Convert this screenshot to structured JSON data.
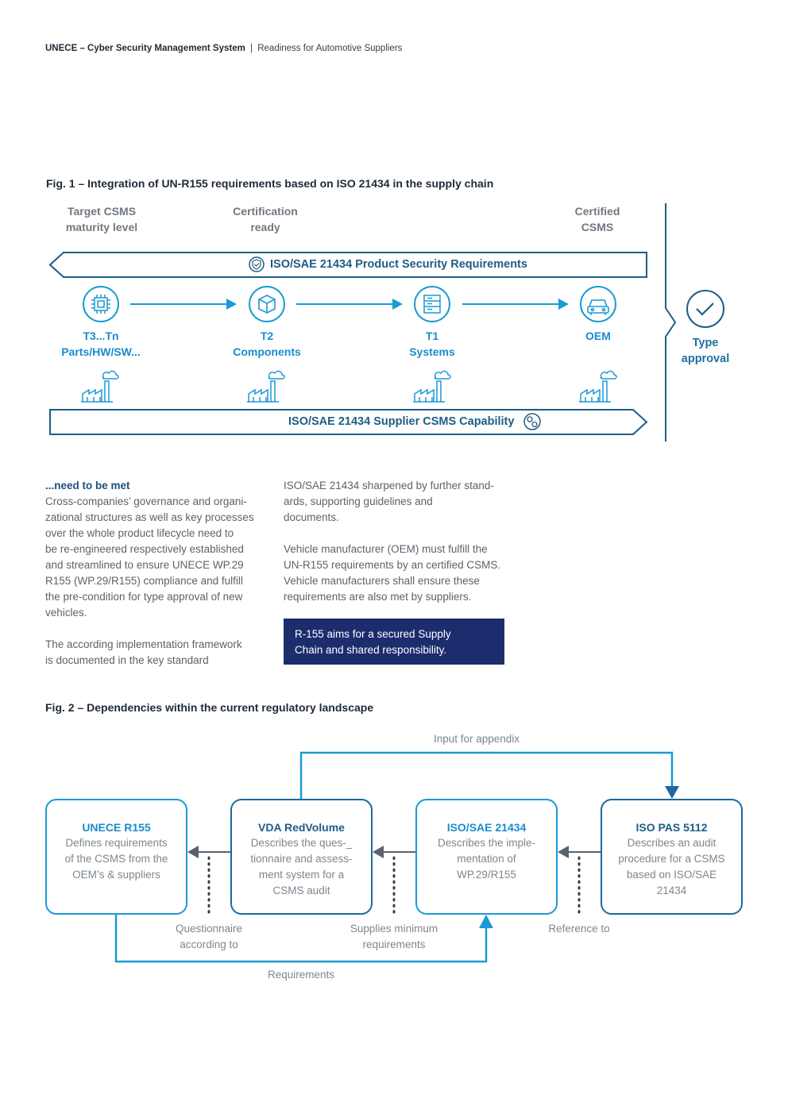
{
  "header": {
    "bold_title": "UNECE – Cyber Security Management System",
    "separator": "|",
    "subtitle": "Readiness for Automotive Suppliers"
  },
  "fig1": {
    "title": "Fig. 1 – Integration of UN-R155 requirements based on ISO 21434 in the supply chain",
    "top_labels": [
      "Target CSMS\nmaturity level",
      "Certification\nready",
      "Certified\nCSMS"
    ],
    "top_band": "ISO/SAE 21434 Product Security Requirements",
    "bottom_band": "ISO/SAE 21434 Supplier CSMS Capability",
    "tiers": [
      {
        "code": "T3...Tn",
        "name": "Parts/HW/SW...",
        "icon": "chip-icon"
      },
      {
        "code": "T2",
        "name": "Components",
        "icon": "cube-icon"
      },
      {
        "code": "T1",
        "name": "Systems",
        "icon": "server-icon"
      },
      {
        "code": "OEM",
        "name": "",
        "icon": "car-icon"
      }
    ],
    "type_approval": "Type\napproval",
    "colors": {
      "accent": "#1a9ad6",
      "dark": "#1e5c86"
    }
  },
  "text": {
    "heading": "...need to be met",
    "col1_p1": "Cross-companies’ governance and organi-\nzational structures as well as key processes\nover the whole product lifecycle need to\nbe re-engineered respectively established\nand streamlined to ensure UNECE WP.29\nR155 (WP.29/R155) compliance and fulfill\nthe pre-condition for type approval of new\nvehicles.",
    "col1_p2": "The according implementation framework\nis documented in the key standard",
    "col2_p1": "ISO/SAE 21434 sharpened by further stand-\nards, supporting guidelines and\ndocuments.",
    "col2_p2": "Vehicle manufacturer (OEM) must fulfill the\nUN-R155 requirements by an certified CSMS.\nVehicle manufacturers shall ensure these\nrequirements are also met by suppliers.",
    "callout": "R-155 aims for a secured Supply\nChain and shared responsibility.",
    "callout_color": "#1c2d6e"
  },
  "fig2": {
    "title": "Fig. 2 – Dependencies within the current regulatory landscape",
    "boxes": [
      {
        "title": "UNECE R155",
        "desc": "Defines requirements\nof the CSMS from the\nOEM’s & suppliers"
      },
      {
        "title": "VDA RedVolume",
        "desc": "Describes the ques-_\ntionnaire and assess-\nment system for a\nCSMS audit"
      },
      {
        "title": "ISO/SAE 21434",
        "desc": "Describes the imple-\nmentation of\nWP.29/R155"
      },
      {
        "title": "ISO PAS 5112",
        "desc": "Describes an audit\nprocedure for a CSMS\nbased on ISO/SAE\n21434"
      }
    ],
    "input_label": "Input for appendix",
    "link_labels": [
      "Questionnaire\naccording to",
      "Supplies minimum\nrequirements",
      "Reference to"
    ],
    "requirements_label": "Requirements"
  }
}
